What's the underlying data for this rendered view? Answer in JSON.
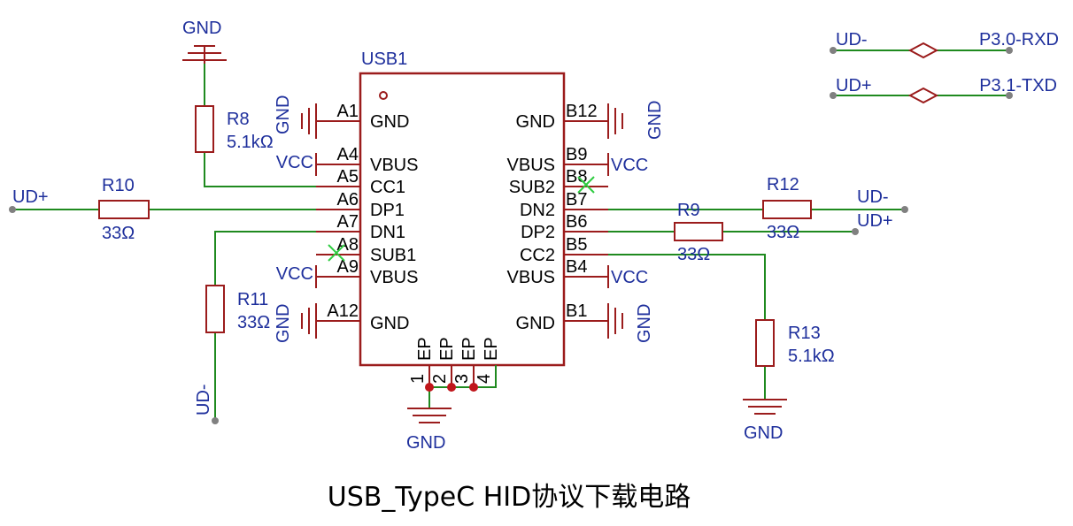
{
  "title": "USB_TypeC HID协议下载电路",
  "usb": {
    "ref": "USB1",
    "left_pins": [
      {
        "num": "A1",
        "name": "GND",
        "net": "GND"
      },
      {
        "num": "A4",
        "name": "VBUS",
        "net": "VCC"
      },
      {
        "num": "A5",
        "name": "CC1",
        "net": ""
      },
      {
        "num": "A6",
        "name": "DP1",
        "net": ""
      },
      {
        "num": "A7",
        "name": "DN1",
        "net": ""
      },
      {
        "num": "A8",
        "name": "SUB1",
        "net": ""
      },
      {
        "num": "A9",
        "name": "VBUS",
        "net": "VCC"
      },
      {
        "num": "A12",
        "name": "GND",
        "net": "GND"
      }
    ],
    "right_pins": [
      {
        "num": "B12",
        "name": "GND",
        "net": "GND"
      },
      {
        "num": "B9",
        "name": "VBUS",
        "net": "VCC"
      },
      {
        "num": "B8",
        "name": "SUB2",
        "net": ""
      },
      {
        "num": "B7",
        "name": "DN2",
        "net": ""
      },
      {
        "num": "B6",
        "name": "DP2",
        "net": ""
      },
      {
        "num": "B5",
        "name": "CC2",
        "net": ""
      },
      {
        "num": "B4",
        "name": "VBUS",
        "net": "VCC"
      },
      {
        "num": "B1",
        "name": "GND",
        "net": "GND"
      }
    ],
    "bottom_pins": [
      {
        "num": "1",
        "name": "EP"
      },
      {
        "num": "2",
        "name": "EP"
      },
      {
        "num": "3",
        "name": "EP"
      },
      {
        "num": "4",
        "name": "EP"
      }
    ],
    "bottom_net": "GND"
  },
  "resistors": [
    {
      "ref": "R8",
      "value": "5.1kΩ"
    },
    {
      "ref": "R10",
      "value": "33Ω"
    },
    {
      "ref": "R11",
      "value": "33Ω"
    },
    {
      "ref": "R12",
      "value": "33Ω"
    },
    {
      "ref": "R9",
      "value": "33Ω"
    },
    {
      "ref": "R13",
      "value": "5.1kΩ"
    }
  ],
  "nets": {
    "gnd": "GND",
    "ud_plus": "UD+",
    "ud_minus": "UD-",
    "rxd": "P3.0-RXD",
    "txd": "P3.1-TXD"
  },
  "colors": {
    "wire": "#1f8a1f",
    "component": "#9b1c1c",
    "net_label": "#1e2f9c",
    "no_connect": "#2ecc40",
    "junction": "#c0161b"
  }
}
